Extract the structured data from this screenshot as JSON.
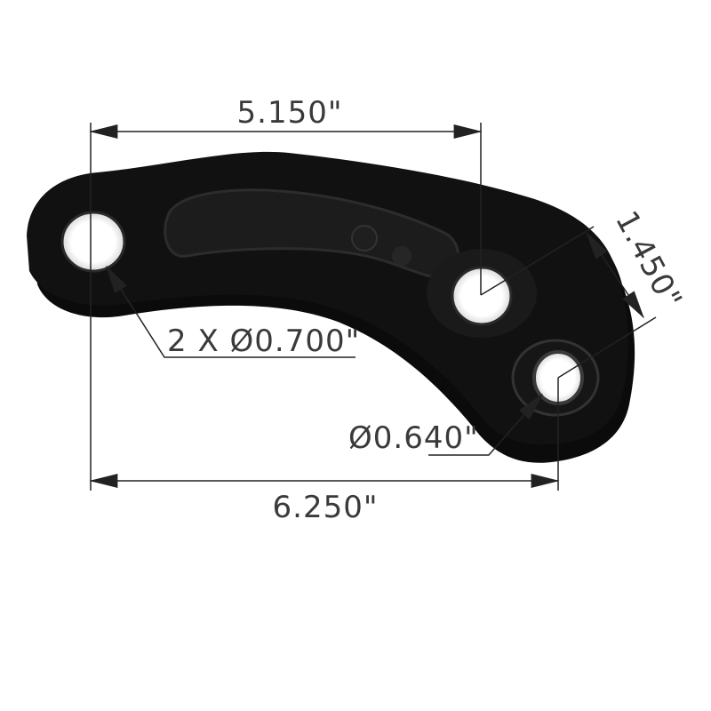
{
  "dimensions": {
    "top_width": "5.150\"",
    "overall_width": "6.250\"",
    "hole_spacing": "1.450\"",
    "end_holes": "2 X Ø0.700\"",
    "bushing_hole": "Ø0.640\""
  },
  "colors": {
    "part": "#0b0b0b",
    "part_highlight": "#2a2a2a",
    "dimension_line": "#222222",
    "text": "#3a3a3a",
    "background": "#ffffff"
  }
}
